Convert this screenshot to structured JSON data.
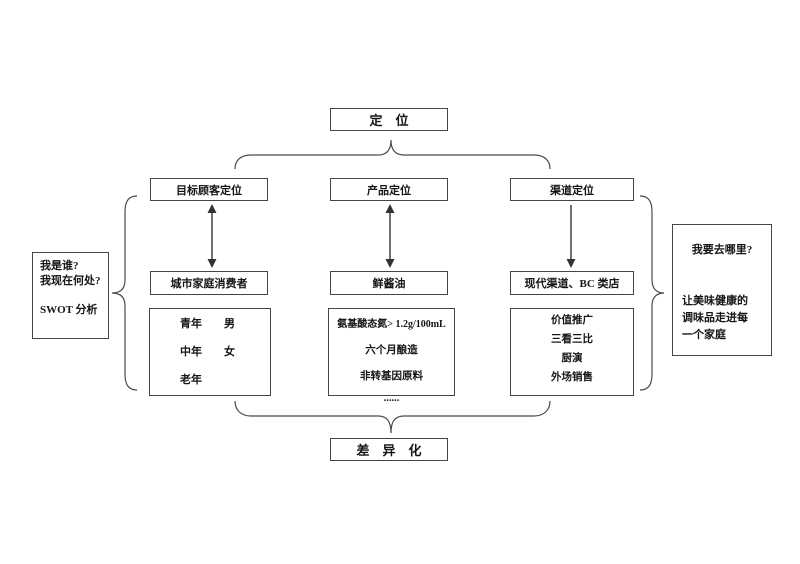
{
  "colors": {
    "ink": "#151515",
    "line": "#4a4a4a"
  },
  "title_box": {
    "label": "定　位"
  },
  "bottom_box": {
    "label": "差　异　化"
  },
  "left_note": {
    "line1": "我是谁?",
    "line2": "我现在何处?",
    "line3": "SWOT 分析"
  },
  "right_note": {
    "question": "我要去哪里?",
    "vision": "让美味健康的调味品走进每一个家庭"
  },
  "columns": [
    {
      "header": "目标顾客定位",
      "position": "城市家庭消费者",
      "detail_rows": [
        {
          "c1": "青年",
          "c2": "男"
        },
        {
          "c1": "中年",
          "c2": "女"
        },
        {
          "c1": "老年",
          "c2": ""
        }
      ]
    },
    {
      "header": "产品定位",
      "position": "鲜酱油",
      "details": [
        "氨基酸态氮> 1.2g/100mL",
        "六个月酿造",
        "非转基因原料",
        "......"
      ]
    },
    {
      "header": "渠道定位",
      "position": "现代渠道、BC 类店",
      "details": [
        "价值推广",
        "三看三比",
        "厨演",
        "外场销售"
      ]
    }
  ]
}
